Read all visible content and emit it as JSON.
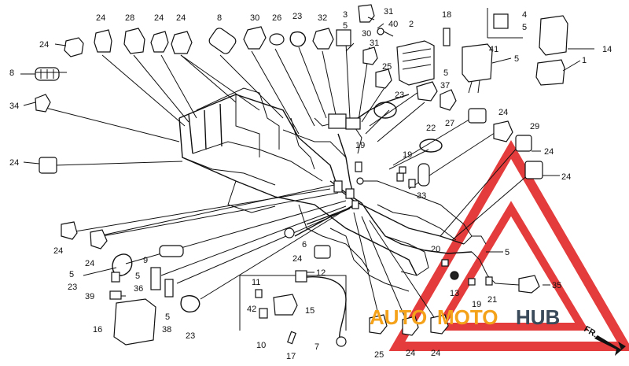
{
  "watermark": {
    "part1": "AUTO",
    "part2": "MOTO",
    "part3": "HUB",
    "color_orange": "#f5a21b",
    "color_dark": "#3a4a5a",
    "color_red": "#e01b1b"
  },
  "direction_label": "FR.",
  "callouts": {
    "c24a": "24",
    "c28": "28",
    "c24b": "24",
    "c24c": "24",
    "c8a": "8",
    "c30": "30",
    "c26": "26",
    "c23a": "23",
    "c32": "32",
    "c3": "3",
    "c5a": "5",
    "c31a": "31",
    "c40": "40",
    "c30b": "30",
    "c31b": "31",
    "c2": "2",
    "c18": "18",
    "c4": "4",
    "c5b": "5",
    "c14": "14",
    "c1": "1",
    "c41": "41",
    "c5c": "5",
    "c24d": "24",
    "c8b": "8",
    "c34": "34",
    "c5d": "5",
    "c37": "37",
    "c25a": "25",
    "c23b": "23",
    "c27": "27",
    "c24e": "24",
    "c29": "29",
    "c22": "22",
    "c24f": "24",
    "c24g": "24",
    "c19a": "19",
    "c19b": "19",
    "c33": "33",
    "c24h": "24",
    "c24i": "24",
    "c24j": "24",
    "c6": "6",
    "c24k": "24",
    "c9": "9",
    "c5e": "5",
    "c23c": "23",
    "c5f": "5",
    "c36": "36",
    "c39": "39",
    "c16": "16",
    "c5g": "5",
    "c38": "38",
    "c23d": "23",
    "c11": "11",
    "c12": "12",
    "c13": "13",
    "c42": "42",
    "c15": "15",
    "c10": "10",
    "c7": "7",
    "c17": "17",
    "c25b": "25",
    "c24l": "24",
    "c24m": "24",
    "c20": "20",
    "c5h": "5",
    "c19c": "19",
    "c21": "21",
    "c35": "35"
  }
}
